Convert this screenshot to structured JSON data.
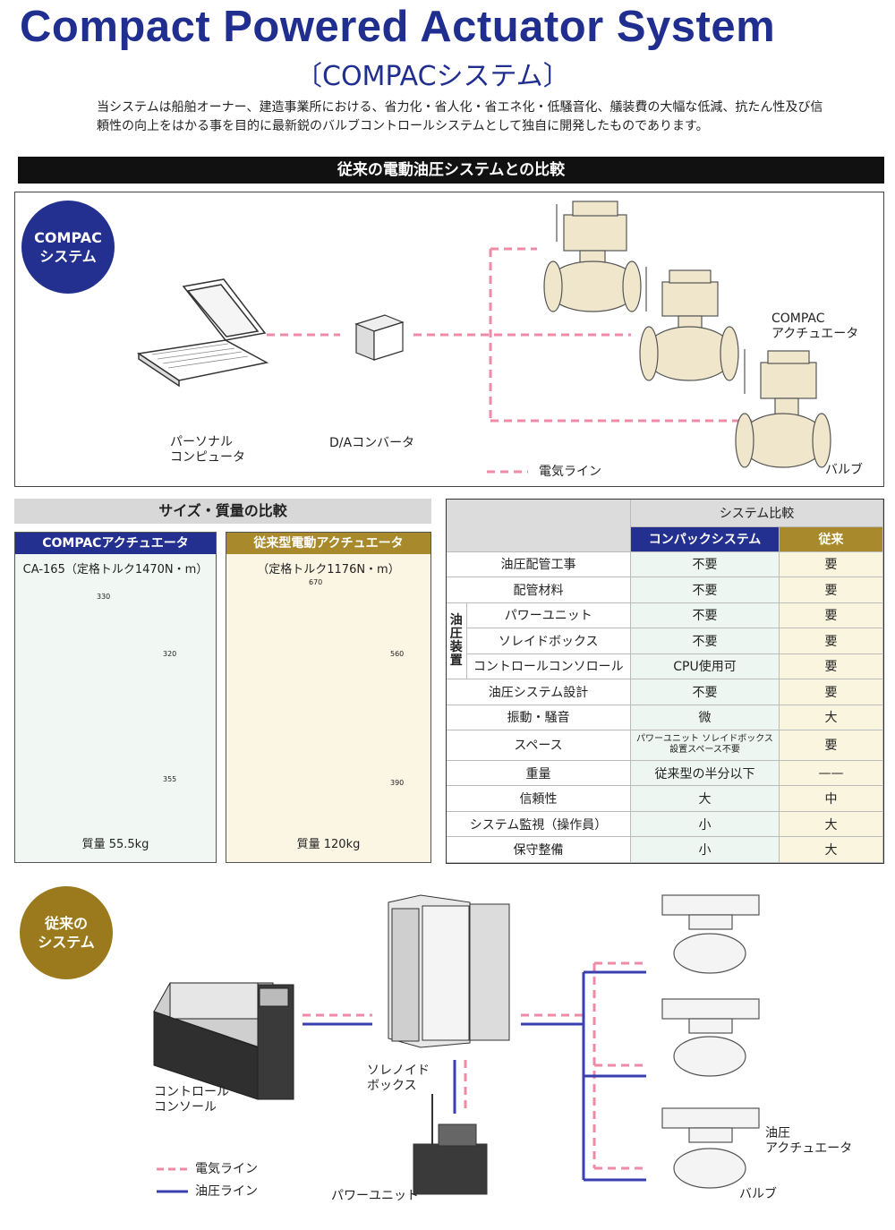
{
  "header": {
    "title": "Compact Powered Actuator System",
    "subtitle": "〔COMPACシステム〕",
    "intro": "当システムは船舶オーナー、建造事業所における、省力化・省人化・省エネ化・低騒音化、艤装費の大幅な低減、抗たん性及び信頼性の向上をはかる事を目的に最新鋭のバルブコントロールシステムとして独自に開発したものであります。"
  },
  "comparison_band": "従来の電動油圧システムとの比較",
  "compac_diagram": {
    "badge": "COMPAC\nシステム",
    "pc_label": "パーソナル\nコンピュータ",
    "converter_label": "D/Aコンバータ",
    "actuator_label": "COMPAC\nアクチュエータ",
    "valve_label": "バルブ",
    "legend_electric": "電気ライン"
  },
  "size_comparison": {
    "header": "サイズ・質量の比較",
    "compac": {
      "title": "COMPACアクチュエータ",
      "model": "CA-165（定格トルク1470N・m）",
      "dim_width": "330",
      "dim_height_top": "320",
      "dim_height_bottom": "355",
      "mass": "質量 55.5kg"
    },
    "conventional": {
      "title": "従来型電動アクチュエータ",
      "model": "（定格トルク1176N・m）",
      "dim_width": "670",
      "dim_height_top": "560",
      "dim_height_bottom": "390",
      "mass": "質量 120kg"
    }
  },
  "system_table": {
    "title": "システム比較",
    "col_compac": "コンパックシステム",
    "col_conventional": "従来",
    "group_label": "油圧装置",
    "rows": [
      {
        "item": "油圧配管工事",
        "compac": "不要",
        "conventional": "要"
      },
      {
        "item": "配管材料",
        "compac": "不要",
        "conventional": "要"
      },
      {
        "item": "パワーユニット",
        "compac": "不要",
        "conventional": "要"
      },
      {
        "item": "ソレイドボックス",
        "compac": "不要",
        "conventional": "要"
      },
      {
        "item": "コントロールコンソロール",
        "compac": "CPU使用可",
        "conventional": "要"
      },
      {
        "item": "油圧システム設計",
        "compac": "不要",
        "conventional": "要"
      },
      {
        "item": "振動・騒音",
        "compac": "微",
        "conventional": "大"
      },
      {
        "item": "スペース",
        "compac": "パワーユニット ソレイドボックス\n設置スペース不要",
        "conventional": "要"
      },
      {
        "item": "重量",
        "compac": "従来型の半分以下",
        "conventional": "——"
      },
      {
        "item": "信頼性",
        "compac": "大",
        "conventional": "中"
      },
      {
        "item": "システム監視（操作員）",
        "compac": "小",
        "conventional": "大"
      },
      {
        "item": "保守整備",
        "compac": "小",
        "conventional": "大"
      }
    ]
  },
  "conventional_diagram": {
    "badge": "従来の\nシステム",
    "console_label": "コントロール\nコンソール",
    "solenoid_label": "ソレノイド\nボックス",
    "power_unit_label": "パワーユニット",
    "actuator_label": "油圧\nアクチュエータ",
    "valve_label": "バルブ",
    "legend_electric": "電気ライン",
    "legend_hydraulic": "油圧ライン"
  },
  "colors": {
    "brand_blue": "#24308f",
    "gold": "#a88a2c",
    "electric_line": "#f08aa6",
    "hydraulic_line": "#3a3fb0"
  }
}
